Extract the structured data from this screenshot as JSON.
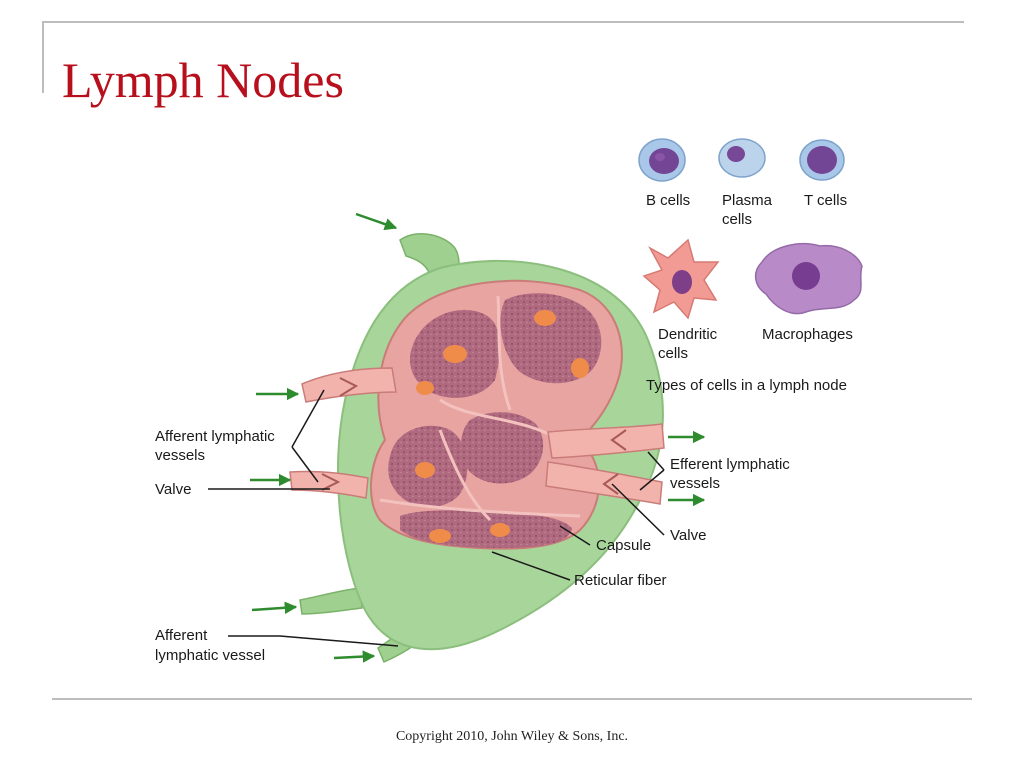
{
  "slide": {
    "title": "Lymph Nodes",
    "footer": "Copyright 2010, John Wiley & Sons, Inc."
  },
  "colors": {
    "title": "#b80f1d",
    "frame": "#bdbdbd",
    "capsule": "#a8d59a",
    "cortex": "#e8a4a0",
    "lobule": "#a86478",
    "germinal_center": "#f08c4a",
    "arrow": "#2e8b2e",
    "b_cell": "#a9c7e8",
    "plasma_cell": "#bcd3ec",
    "t_cell": "#a9c7e8",
    "dendritic_cell": "#f29b94",
    "macrophage": "#b98ac8",
    "nucleus": "#6a2f86"
  },
  "cells": {
    "b_cells": "B cells",
    "plasma_cells_1": "Plasma",
    "plasma_cells_2": "cells",
    "t_cells": "T cells",
    "dendritic_cells_1": "Dendritic",
    "dendritic_cells_2": "cells",
    "macrophages": "Macrophages",
    "caption": "Types of cells in a lymph node"
  },
  "labels": {
    "afferent_vessels_1": "Afferent lymphatic",
    "afferent_vessels_2": "vessels",
    "valve_left": "Valve",
    "efferent_vessels_1": "Efferent lymphatic",
    "efferent_vessels_2": "vessels",
    "valve_right": "Valve",
    "capsule": "Capsule",
    "reticular_fiber": "Reticular fiber",
    "afferent_vessel_1": "Afferent",
    "afferent_vessel_2": "lymphatic vessel"
  }
}
